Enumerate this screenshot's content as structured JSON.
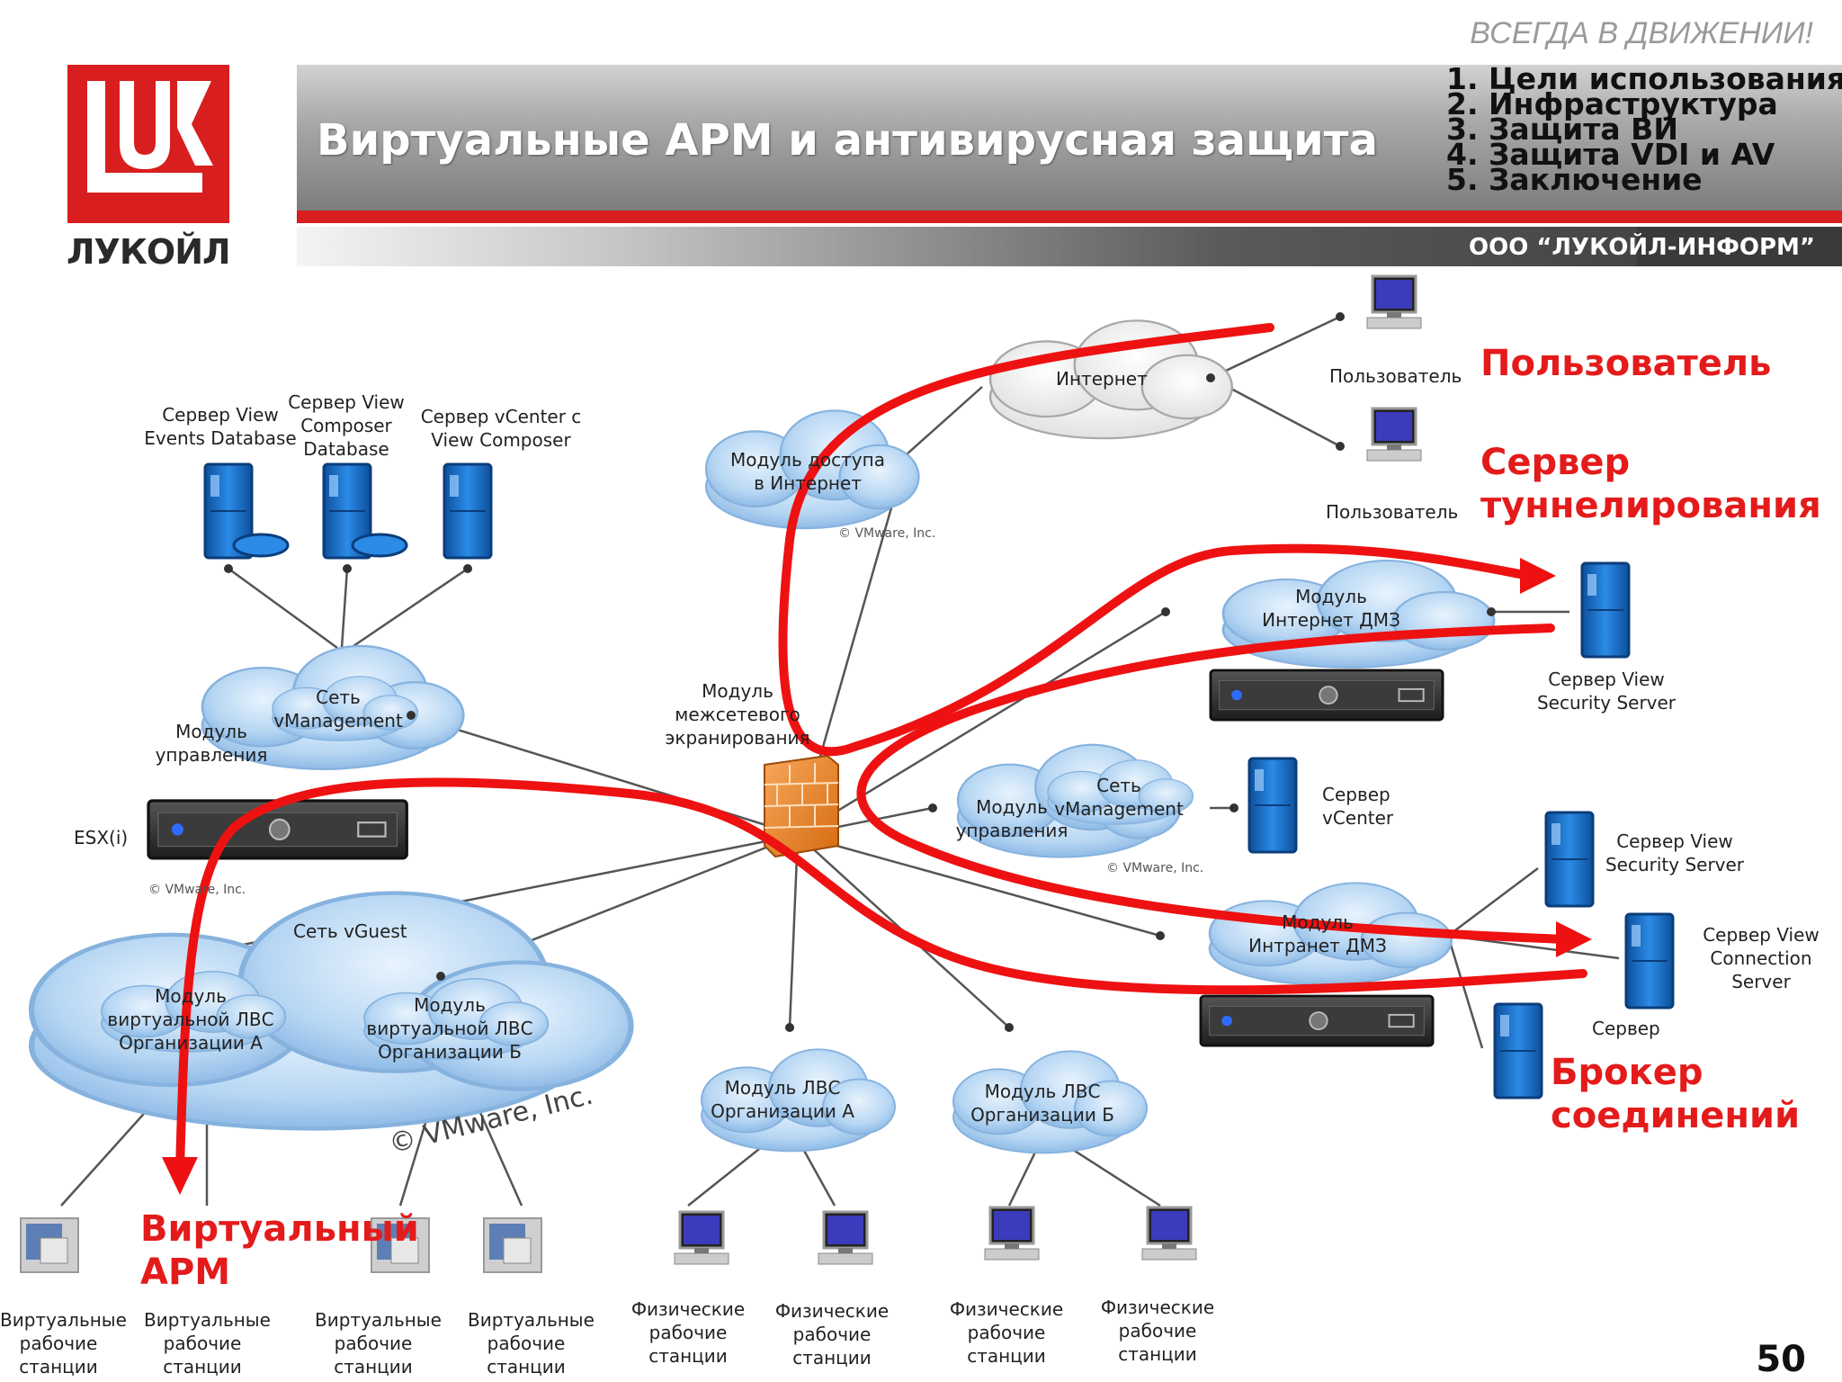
{
  "header": {
    "slogan": "ВСЕГДА В ДВИЖЕНИИ!",
    "logo_text": "ЛУКОЙЛ",
    "title": "Виртуальные АРМ и антивирусная защита",
    "agenda": [
      "1. Цели использования",
      "2. Инфраструктура",
      "3. Защита ВИ",
      "4. Защита VDI и AV",
      "5. Заключение"
    ],
    "company": "ООО “ЛУКОЙЛ-ИНФОРМ”"
  },
  "diagram": {
    "internet": "Интернет",
    "user1": "Пользователь",
    "user2": "Пользователь",
    "internet_access_module": "Модуль доступа в Интернет",
    "firewall_module": "Модуль межсетевого экранирования",
    "server_events_db": "Сервер View Events Database",
    "server_composer_db": "Сервер View Composer Database",
    "server_vcenter_composer": "Сервер vCenter с View Composer",
    "mgmt_module_left": "Модуль управления",
    "vmanagement_left": "Сеть vManagement",
    "esx": "ESX(i)",
    "vguest": "Сеть vGuest",
    "vlan_org_a": "Модуль виртуальной ЛВС Организации А",
    "vlan_org_b": "Модуль виртуальной ЛВС Организации Б",
    "internet_dmz": "Модуль Интернет ДМЗ",
    "security_server_top": "Сервер View Security Server",
    "mgmt_module_right": "Модуль управления",
    "vmanagement_right": "Сеть vManagement",
    "vcenter_server": "Сервер vCenter",
    "intranet_dmz": "Модуль Интранет ДМЗ",
    "security_server_bottom": "Сервер View Security Server",
    "connection_server": "Сервер View Connection Server",
    "server_plain": "Сервер",
    "lan_org_a": "Модуль ЛВС Организации А",
    "lan_org_b": "Модуль ЛВС Организации Б",
    "virtual_ws": "Виртуальные рабочие станции",
    "physical_ws": "Физические рабочие станции",
    "vmware": "© VMware, Inc."
  },
  "callouts": {
    "user": "Пользователь",
    "tunnel": "Сервер туннелирования",
    "broker": "Брокер соединений",
    "virtual_arm": "Виртуальный АРМ"
  },
  "page_number": "50",
  "colors": {
    "brand_red": "#d81e1e",
    "arrow_red": "#ee1111",
    "cloud_blue": "#a9cdee",
    "server_blue": "#1f79d6"
  }
}
